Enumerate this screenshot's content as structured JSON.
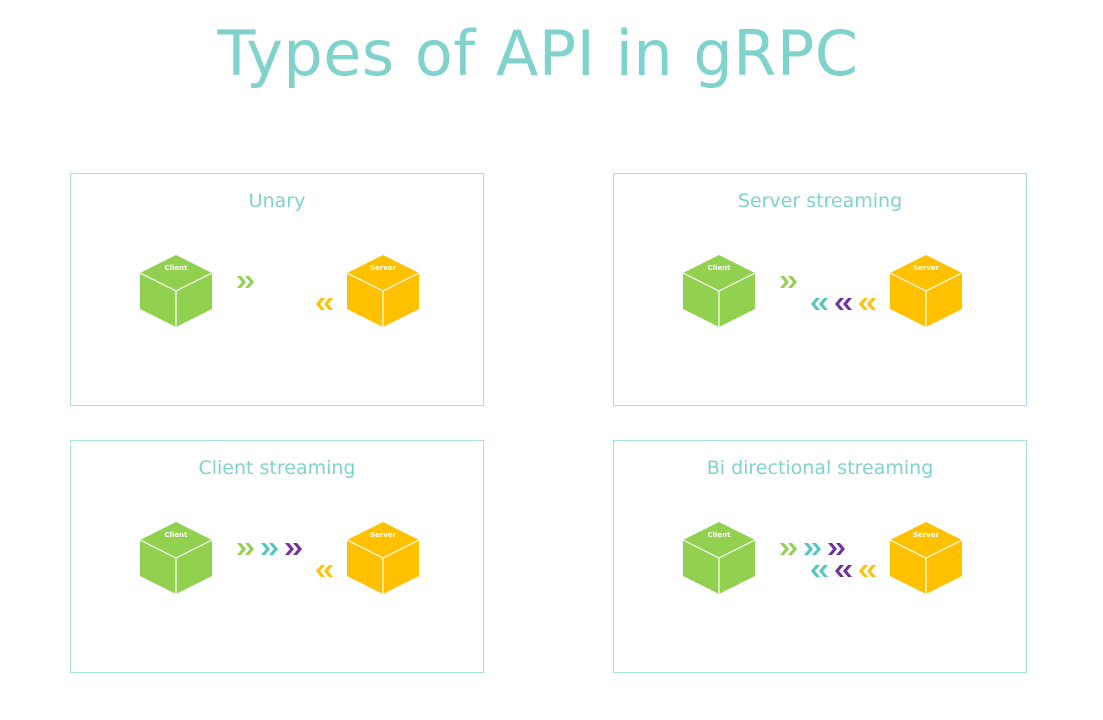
{
  "title": "Types of API in gRPC",
  "colors": {
    "title": "#7fd3cc",
    "panel_border": "#a8e2dd",
    "client_cube": "#92d050",
    "server_cube": "#ffc000",
    "arrow_green": "#92d050",
    "arrow_teal": "#4fc6c0",
    "arrow_purple": "#7030a0",
    "arrow_yellow": "#ffc000"
  },
  "panels": [
    {
      "id": "unary",
      "title": "Unary",
      "client_label": "Client",
      "server_label": "Server",
      "requests": [
        "green"
      ],
      "responses": [
        "yellow"
      ]
    },
    {
      "id": "server-streaming",
      "title": "Server streaming",
      "client_label": "Client",
      "server_label": "Server",
      "requests": [
        "green"
      ],
      "responses": [
        "teal",
        "purple",
        "yellow"
      ]
    },
    {
      "id": "client-streaming",
      "title": "Client streaming",
      "client_label": "Client",
      "server_label": "Server",
      "requests": [
        "green",
        "teal",
        "purple"
      ],
      "responses": [
        "yellow"
      ]
    },
    {
      "id": "bi-directional-streaming",
      "title": "Bi directional streaming",
      "client_label": "Client",
      "server_label": "Server",
      "requests": [
        "green",
        "teal",
        "purple"
      ],
      "responses": [
        "teal",
        "purple",
        "yellow"
      ]
    }
  ]
}
